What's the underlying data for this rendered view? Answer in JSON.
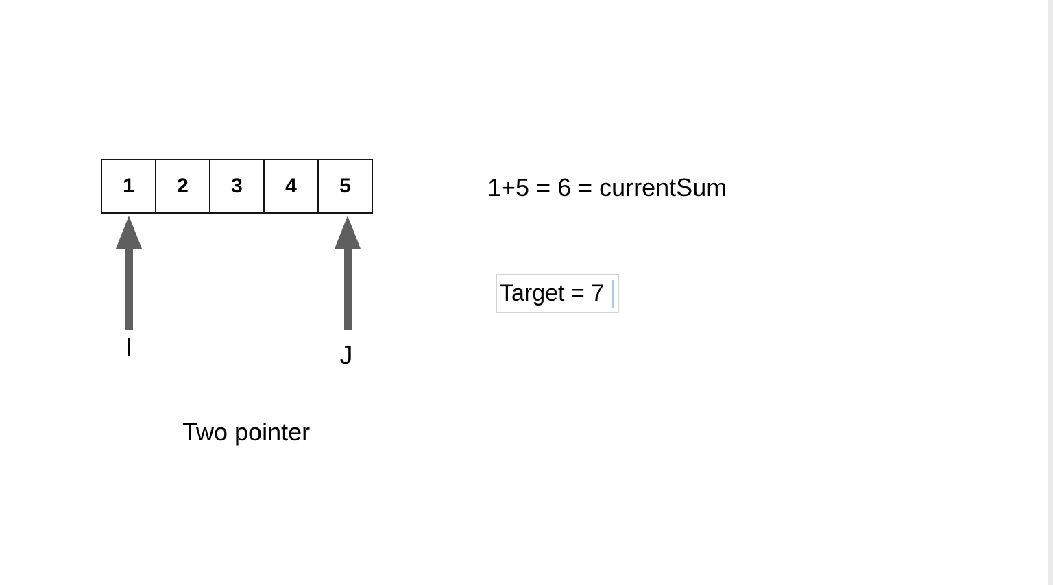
{
  "array": {
    "cells": [
      "1",
      "2",
      "3",
      "4",
      "5"
    ]
  },
  "pointers": [
    {
      "label": "I"
    },
    {
      "label": "J"
    }
  ],
  "annotations": {
    "sum_text": "1+5 = 6 = currentSum",
    "target_text": "Target = 7",
    "caption": "Two pointer"
  },
  "colors": {
    "arrow": "#5f5f5f",
    "cell_border": "#151515",
    "text": "#000000",
    "target_box_border": "#d3d3d3",
    "caret": "#abc8f3",
    "edge_strip": "#eaeaea",
    "edge_line": "#c6c6c6"
  }
}
